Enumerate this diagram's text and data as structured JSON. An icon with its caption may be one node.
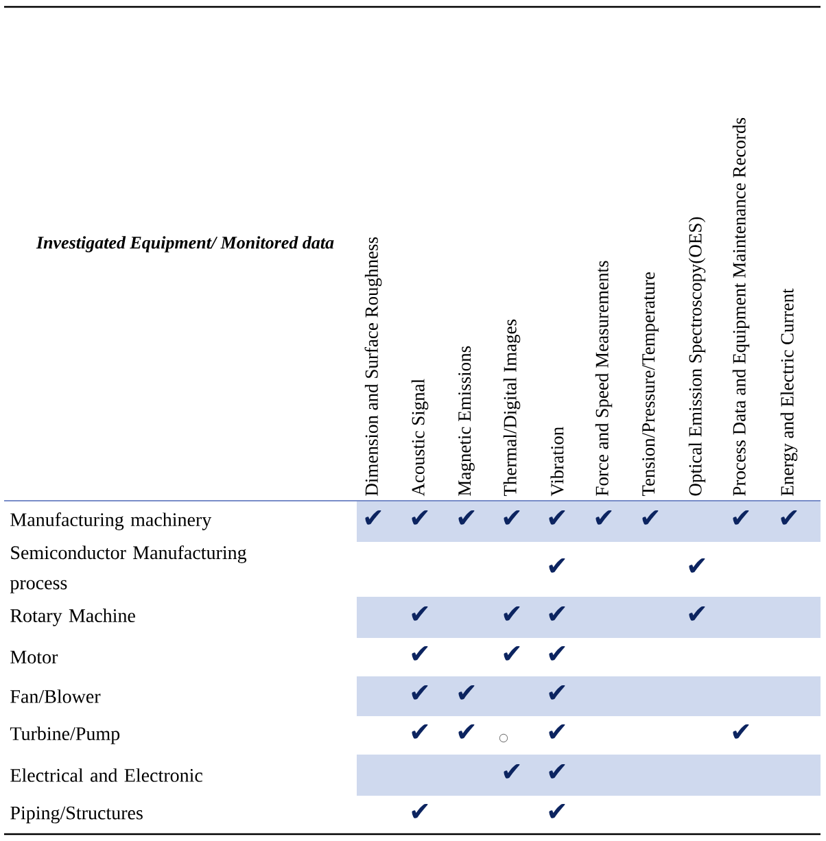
{
  "diagram": {
    "labels": [
      "Investigated Equipment/ Monitored data",
      "Dimension and Surface Roughness",
      "Acoustic Signal",
      "Magnetic Emissions",
      "Thermal/Digital Images",
      "Vibration",
      "Force and Speed Measurements",
      "Tension/Pressure/Temperature",
      "Optical Emission Spectroscopy(OES)",
      "Process Data and Equipment Maintenance Records",
      "Energy and Electric Current",
      "Manufacturing machinery",
      "✔",
      "✔",
      "✔",
      "✔",
      "✔",
      "✔",
      "✔",
      "✔",
      "✔",
      "Semiconductor Manufacturing process",
      "✔",
      "✔",
      "Rotary Machine",
      "✔",
      "✔",
      "✔",
      "✔",
      "Motor",
      "✔",
      "✔",
      "✔",
      "Fan/Blower",
      "✔",
      "✔",
      "✔",
      "Turbine/Pump",
      "✔",
      "✔",
      "○",
      "✔",
      "✔",
      "Electrical and Electronic",
      "✔",
      "✔",
      "Piping/Structures",
      "✔",
      "✔"
    ]
  }
}
